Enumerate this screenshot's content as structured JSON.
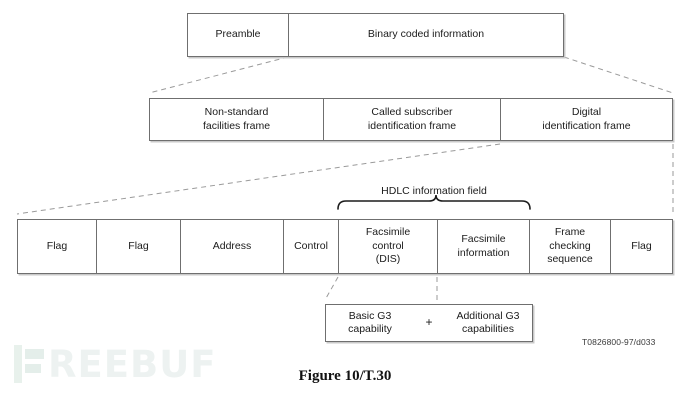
{
  "figure": {
    "caption": "Figure 10/T.30",
    "doc_id": "T0826800-97/d033",
    "watermark": "REEBUF"
  },
  "brace": {
    "label": "HDLC information field"
  },
  "rows": {
    "row1": {
      "name": "signal-structure",
      "cells": [
        {
          "label": "Preamble"
        },
        {
          "label": "Binary coded information"
        }
      ]
    },
    "row2": {
      "name": "binary-coded-information-breakdown",
      "cells": [
        {
          "line1": "Non-standard",
          "line2": "facilities frame"
        },
        {
          "line1": "Called subscriber",
          "line2": "identification frame"
        },
        {
          "line1": "Digital",
          "line2": "identification frame"
        }
      ]
    },
    "row3": {
      "name": "hdlc-frame-breakdown",
      "cells": [
        {
          "line1": "Flag",
          "line2": "",
          "line3": ""
        },
        {
          "line1": "Flag",
          "line2": "",
          "line3": ""
        },
        {
          "line1": "Address",
          "line2": "",
          "line3": ""
        },
        {
          "line1": "Control",
          "line2": "",
          "line3": ""
        },
        {
          "line1": "Facsimile",
          "line2": "control",
          "line3": "(DIS)"
        },
        {
          "line1": "Facsimile",
          "line2": "information",
          "line3": ""
        },
        {
          "line1": "Frame",
          "line2": "checking",
          "line3": "sequence"
        },
        {
          "line1": "Flag",
          "line2": "",
          "line3": ""
        }
      ]
    },
    "row4": {
      "name": "facsimile-control-breakdown",
      "cells": [
        {
          "line1": "Basic G3",
          "line2": "capability"
        },
        {
          "line1": "Additional G3",
          "line2": "capabilities"
        }
      ],
      "operator": "+"
    }
  }
}
